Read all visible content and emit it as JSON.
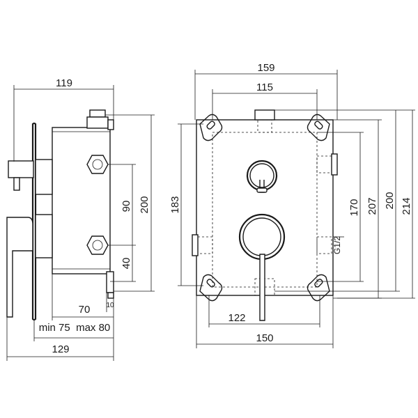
{
  "side_view": {
    "dims": {
      "top_width": "119",
      "height_90": "90",
      "height_200": "200",
      "height_40": "40",
      "depth_70": "70",
      "offset_10": "10",
      "min_max": "min 75  max 80",
      "bottom_width": "129"
    }
  },
  "front_view": {
    "dims": {
      "top_width": "159",
      "inner_width": "115",
      "left_height": "183",
      "height_170": "170",
      "height_207": "207",
      "height_200": "200",
      "height_214": "214",
      "bottom_inner": "122",
      "bottom_width": "150",
      "thread": "G1/2"
    }
  }
}
